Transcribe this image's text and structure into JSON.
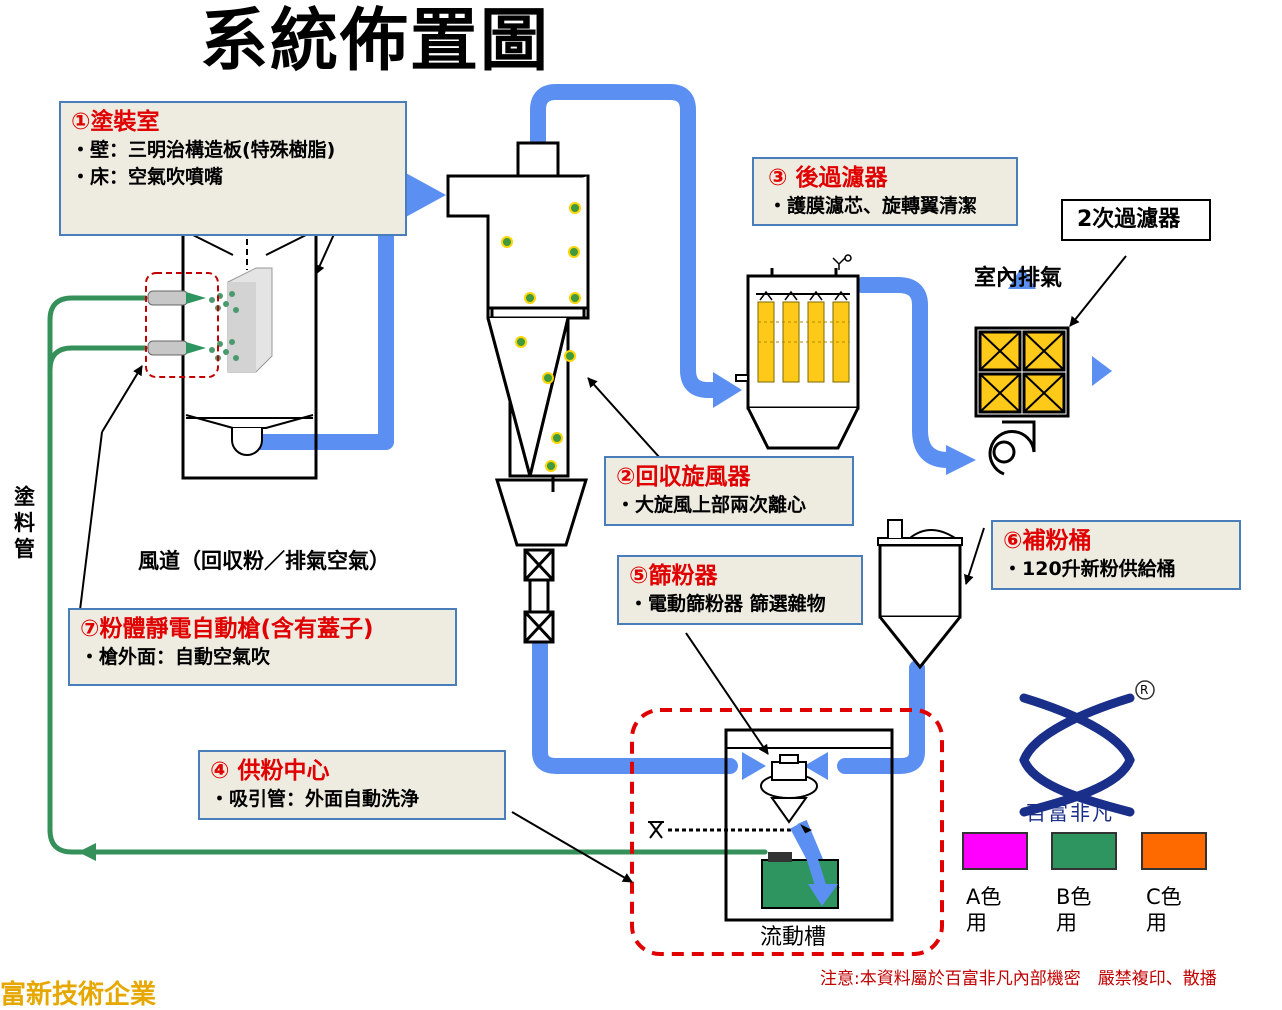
{
  "title": "系統佈置圖",
  "booth": {
    "heading": "①塗裝室",
    "line1": "・壁：三明治構造板(特殊樹脂)",
    "line2": "・床：空氣吹噴嘴"
  },
  "cyclone": {
    "heading": "②回収旋風器",
    "line1": "・大旋風上部兩次離心"
  },
  "after_filter": {
    "heading": "③ 後過濾器",
    "line1": "・護膜濾芯、旋轉翼清潔"
  },
  "supply_center": {
    "heading": "④ 供粉中心",
    "line1": "・吸引管：外面自動洗浄"
  },
  "sieve": {
    "heading": "⑤篩粉器",
    "line1": "・電動篩粉器 篩選雜物"
  },
  "hopper": {
    "heading": "⑥補粉桶",
    "line1": "・120升新粉供給桶"
  },
  "gun": {
    "heading": "⑦粉體靜電自動槍(含有蓋子)",
    "line1": "・槍外面：自動空氣吹"
  },
  "labels": {
    "secondary_filter": "2次過濾器",
    "indoor_exhaust": "室內排氣",
    "duct": "風道（回収粉／排氣空氣）",
    "paint_pipe": "塗料管",
    "fluid_tank": "流動槽",
    "brand": "百富非凡",
    "registered": "R",
    "footer_note": "注意:本資料屬於百富非凡內部機密　嚴禁複印、散播",
    "footer_left": "富新技術企業"
  },
  "colors_legend": [
    {
      "label": "A色用",
      "color": "#ff00ff"
    },
    {
      "label": "B色用",
      "color": "#2e9460"
    },
    {
      "label": "C色用",
      "color": "#ff6a00"
    }
  ],
  "palette": {
    "duct": "#5b8ff2",
    "pipe": "#36905a",
    "filter": "#ffc91a",
    "heading": "#e00000",
    "brand": "#1a2f8a"
  }
}
